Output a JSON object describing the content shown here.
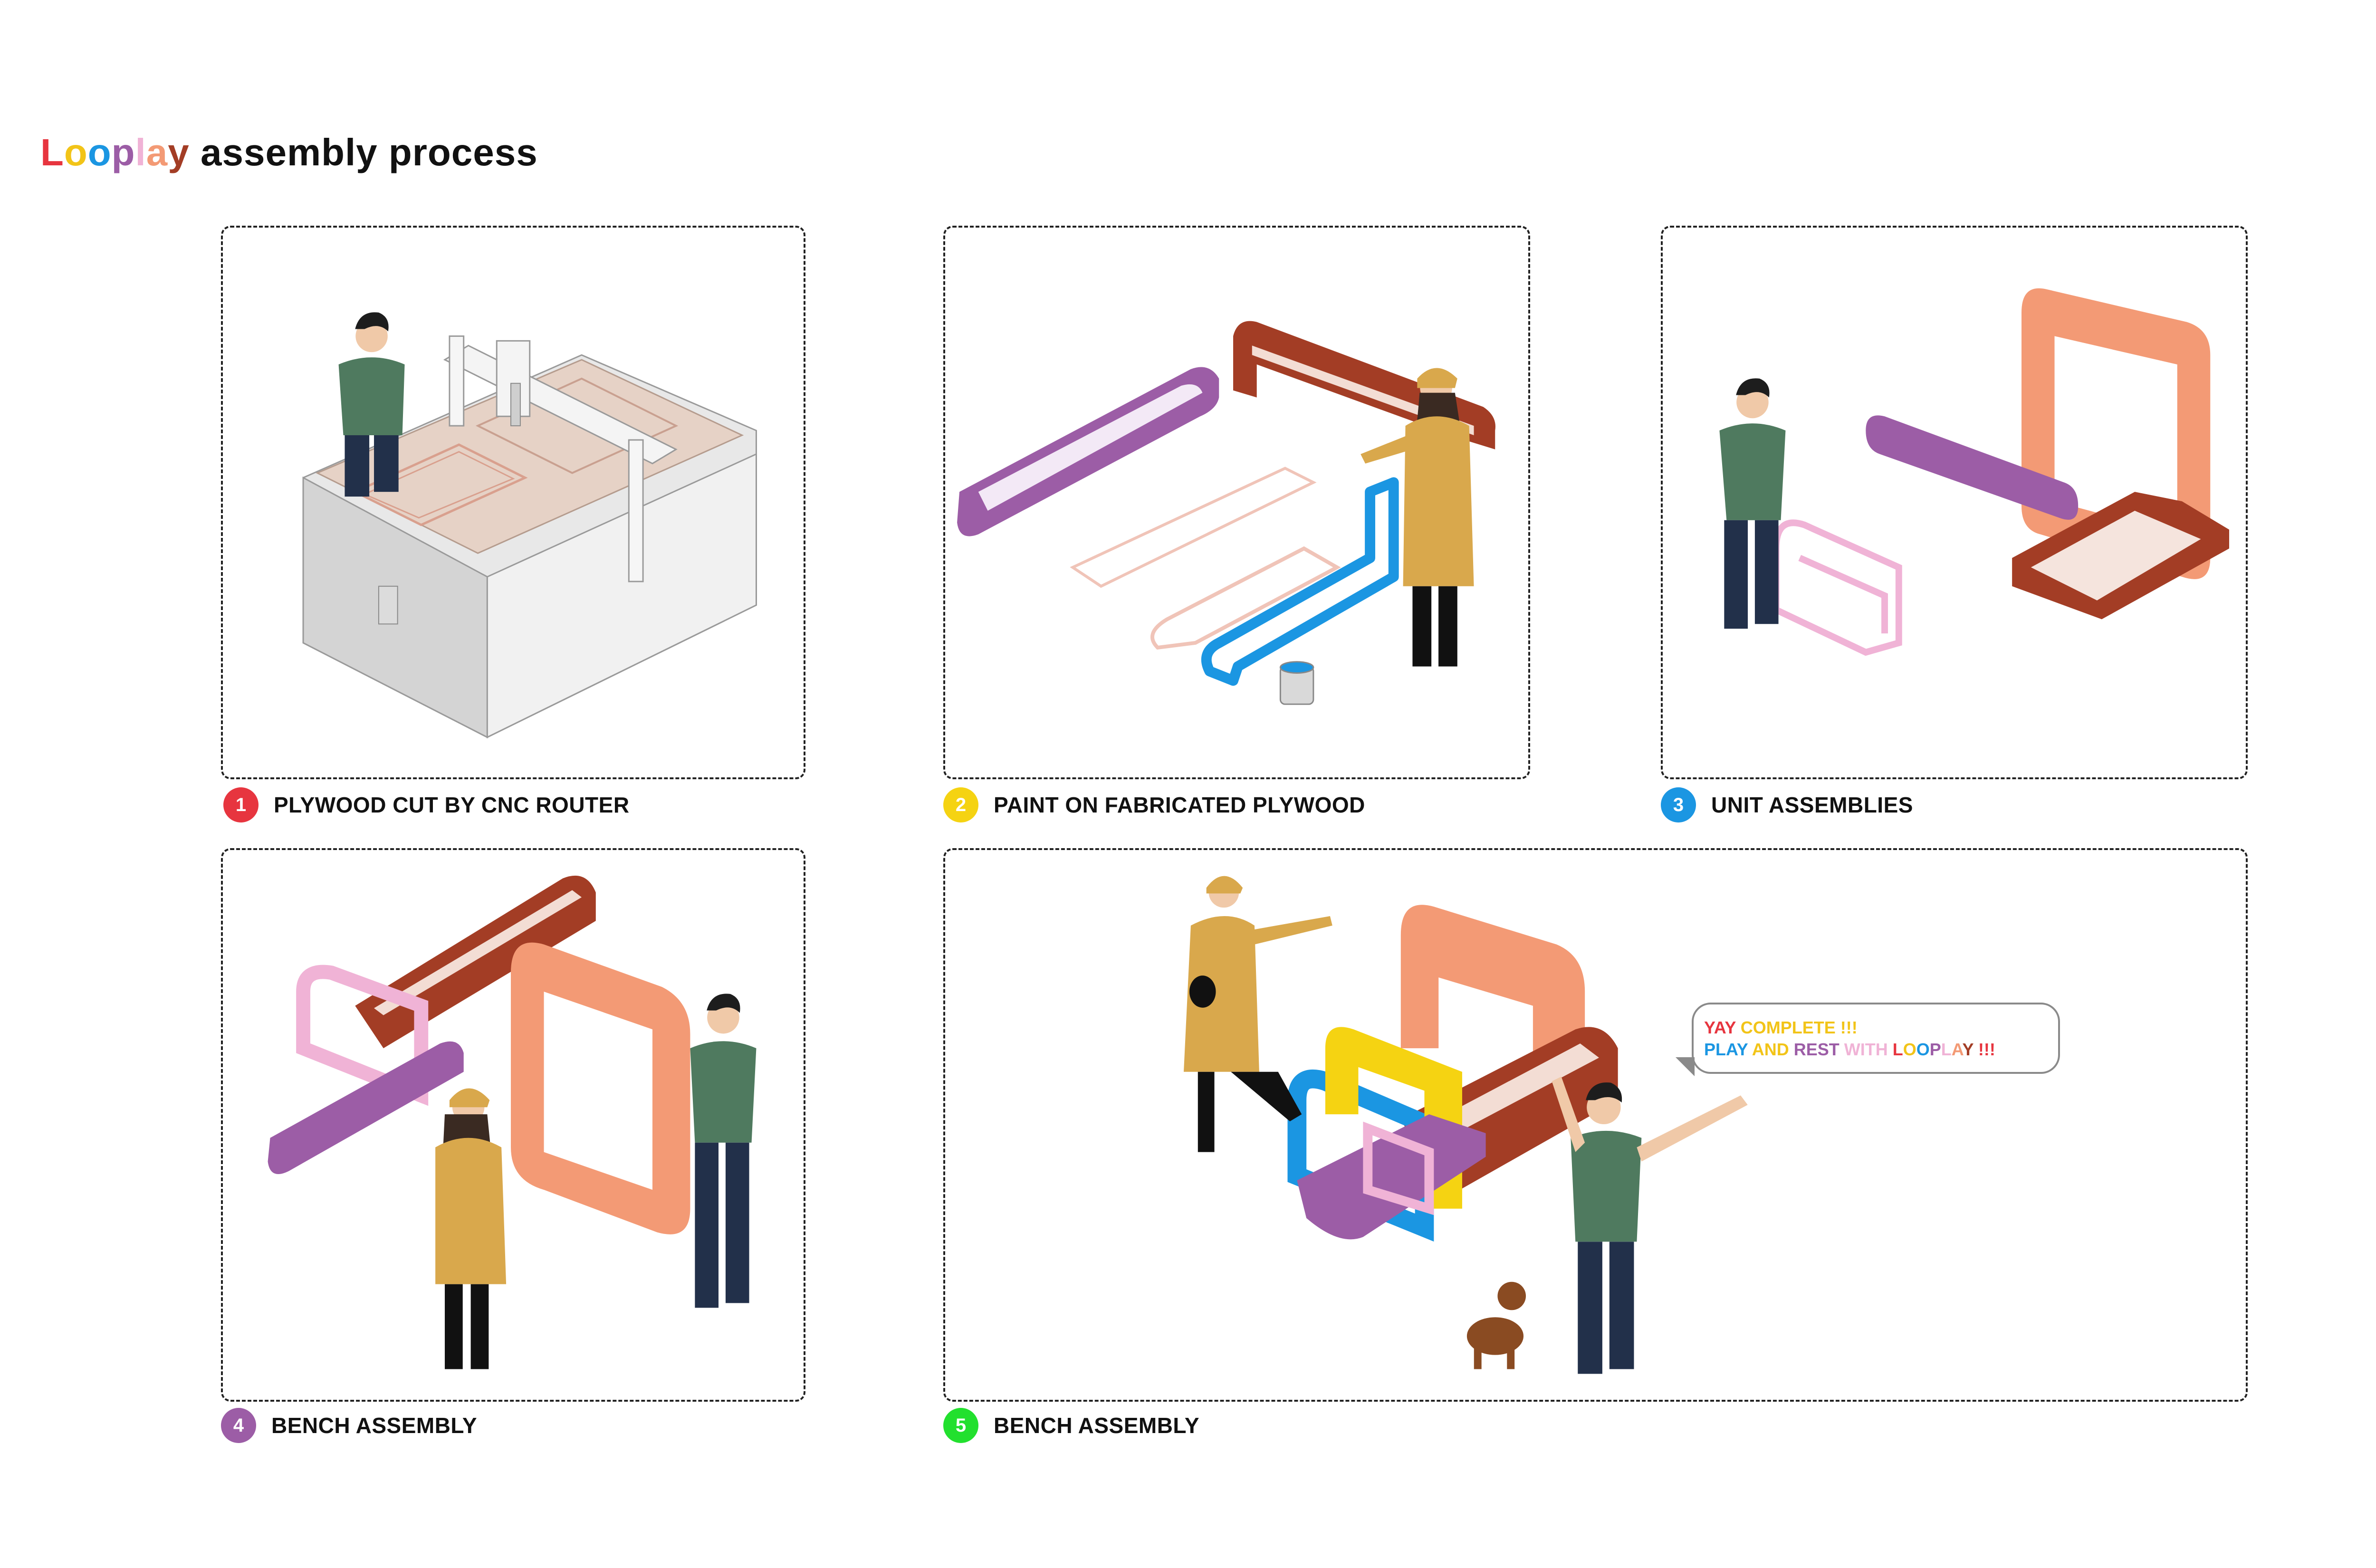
{
  "title": {
    "brand_letters": [
      {
        "ch": "L",
        "color": "#e7353f"
      },
      {
        "ch": "o",
        "color": "#f2c418"
      },
      {
        "ch": "o",
        "color": "#1b96e2"
      },
      {
        "ch": "p",
        "color": "#9c5da6"
      },
      {
        "ch": "l",
        "color": "#f0b3d6"
      },
      {
        "ch": "a",
        "color": "#f39a75"
      },
      {
        "ch": "y",
        "color": "#a33d25"
      }
    ],
    "rest": " assembly process"
  },
  "steps": [
    {
      "number": "1",
      "label": "PLYWOOD CUT BY CNC ROUTER",
      "color": "#e7353f"
    },
    {
      "number": "2",
      "label": "PAINT ON FABRICATED PLYWOOD",
      "color": "#f5d312"
    },
    {
      "number": "3",
      "label": "UNIT ASSEMBLIES",
      "color": "#1b96e2"
    },
    {
      "number": "4",
      "label": "BENCH ASSEMBLY",
      "color": "#9c5da6"
    },
    {
      "number": "5",
      "label": "BENCH ASSEMBLY",
      "color": "#22e02e"
    }
  ],
  "speech": {
    "line1": [
      {
        "text": "YAY ",
        "color": "#e7353f"
      },
      {
        "text": "COMPLETE !!!",
        "color": "#f2c418"
      }
    ],
    "line2": [
      {
        "text": "PLAY ",
        "color": "#1b96e2"
      },
      {
        "text": "AND ",
        "color": "#f2c418"
      },
      {
        "text": "REST ",
        "color": "#9c5da6"
      },
      {
        "text": "WITH ",
        "color": "#f0b3d6"
      },
      {
        "text": "L",
        "color": "#e7353f"
      },
      {
        "text": "O",
        "color": "#f2c418"
      },
      {
        "text": "O",
        "color": "#1b96e2"
      },
      {
        "text": "P",
        "color": "#9c5da6"
      },
      {
        "text": "L",
        "color": "#f0b3d6"
      },
      {
        "text": "A",
        "color": "#f39a75"
      },
      {
        "text": "Y",
        "color": "#a33d25"
      },
      {
        "text": " !!!",
        "color": "#e7353f"
      }
    ]
  },
  "palette": {
    "purple": "#9c5da6",
    "brown": "#a33d25",
    "salmon": "#f39a75",
    "pink": "#f0b3d6",
    "yellow": "#f5d312",
    "blue": "#1b96e2",
    "shirt": "#4f7a5f",
    "coat": "#d9a84c"
  }
}
